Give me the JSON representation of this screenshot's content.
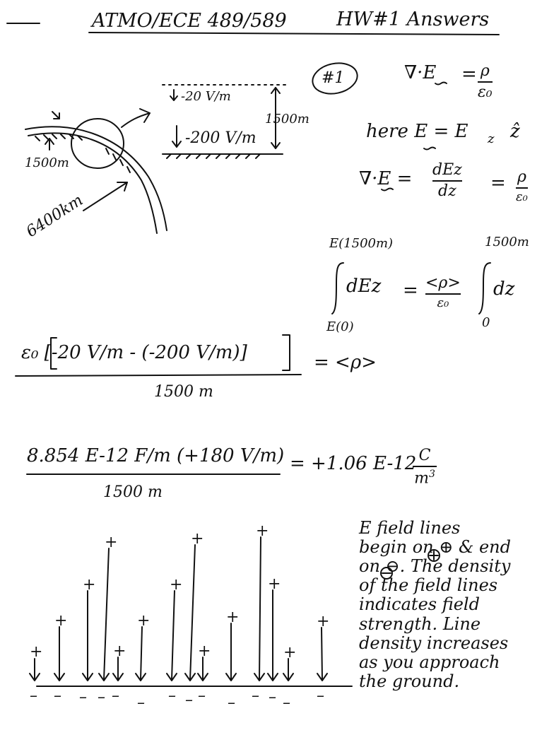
{
  "title": {
    "course": "ATMO/ECE 489/589",
    "hw": "HW#1 Answers"
  },
  "problem_label": "#1",
  "diagram": {
    "top_field": "-20 V/m",
    "bottom_field": "-200 V/m",
    "height_right": "1500m",
    "height_left": "1500m",
    "radius": "6400km"
  },
  "equations": {
    "gauss_lhs": "∇·E",
    "gauss_num": "ρ",
    "gauss_den": "ε₀",
    "here_text": "here E = E",
    "here_sub": "z",
    "here_unit": "ẑ",
    "deriv_lhs": "∇·E =",
    "deriv_num": "dEz",
    "deriv_den": "dz",
    "deriv_rhs_num": "ρ",
    "deriv_rhs_den": "ε₀",
    "int_upper_left": "E(1500m)",
    "int_lower_left": "E(0)",
    "int_body_left": "dEz",
    "int_mid_num": "<ρ>",
    "int_mid_den": "ε₀",
    "int_upper_right": "1500m",
    "int_lower_right": "0",
    "int_body_right": "dz",
    "result1_num": "ε₀ [-20 V/m - (-200 V/m)]",
    "result1_den": "1500 m",
    "result1_rhs": "= <ρ>",
    "result2_num": "8.854 E-12 F/m (+180 V/m)",
    "result2_den": "1500 m",
    "result2_rhs": "= +1.06 E-12",
    "result2_unit_num": "C",
    "result2_unit_den": "m",
    "result2_unit_exp": "3"
  },
  "explanation": [
    "E field lines",
    "begin on ⊕ & end",
    "on ⊖. The density",
    "of the field lines",
    "indicates field",
    "strength. Line",
    "density increases",
    "as you approach",
    "the ground."
  ],
  "charges": {
    "plus": "+",
    "minus": "–"
  }
}
